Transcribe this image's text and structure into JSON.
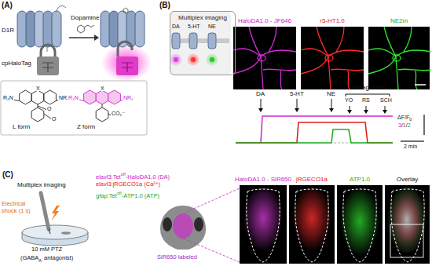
{
  "diagram": {
    "nodes": [
      {
        "text": [
          "Multiplex imaging"
        ]
      },
      {
        "text": [
          "HaloDA1.0 - JF646"
        ]
      },
      {
        "text": [
          "r5-HT1.0"
        ]
      },
      {
        "text": [
          "NE2m"
        ]
      },
      {
        "text": [
          "HaloDA1.0 - SiR650"
        ]
      },
      {
        "text": [
          "jRGECO1a"
        ]
      },
      {
        "text": [
          "ATP1.0"
        ]
      },
      {
        "text": [
          "Overlay"
        ]
      }
    ],
    "labels": [
      "(A)",
      "D1R",
      "cpHaloTag",
      "Dopamine",
      "R₂N",
      "X",
      "NR₂",
      "O",
      "O",
      "L form",
      "R₂N",
      "X",
      "NR₂",
      "CO₂⁻",
      "Z form",
      "(B)",
      "DA",
      "5-HT",
      "NE",
      "DA",
      "5-HT",
      "NE",
      "Antagonists",
      "YO",
      "RS",
      "SCH",
      "ΔF/F",
      "0",
      "3",
      "/",
      "1",
      "/",
      "2",
      "2 min",
      "(C)",
      "Multiplex imaging",
      "elavl3:Tet",
      "off",
      "-HaloDA1.0 (DA)",
      "elavl3:jRGECO1a (Ca²⁺)",
      "gfap:Tet",
      "off",
      "-ATP1.0 (ATP)",
      "Electrical shock (1 s)",
      "10 mM PTZ",
      "(GABA",
      "A",
      "antagonist)",
      "SiR650 labeled"
    ]
  }
}
